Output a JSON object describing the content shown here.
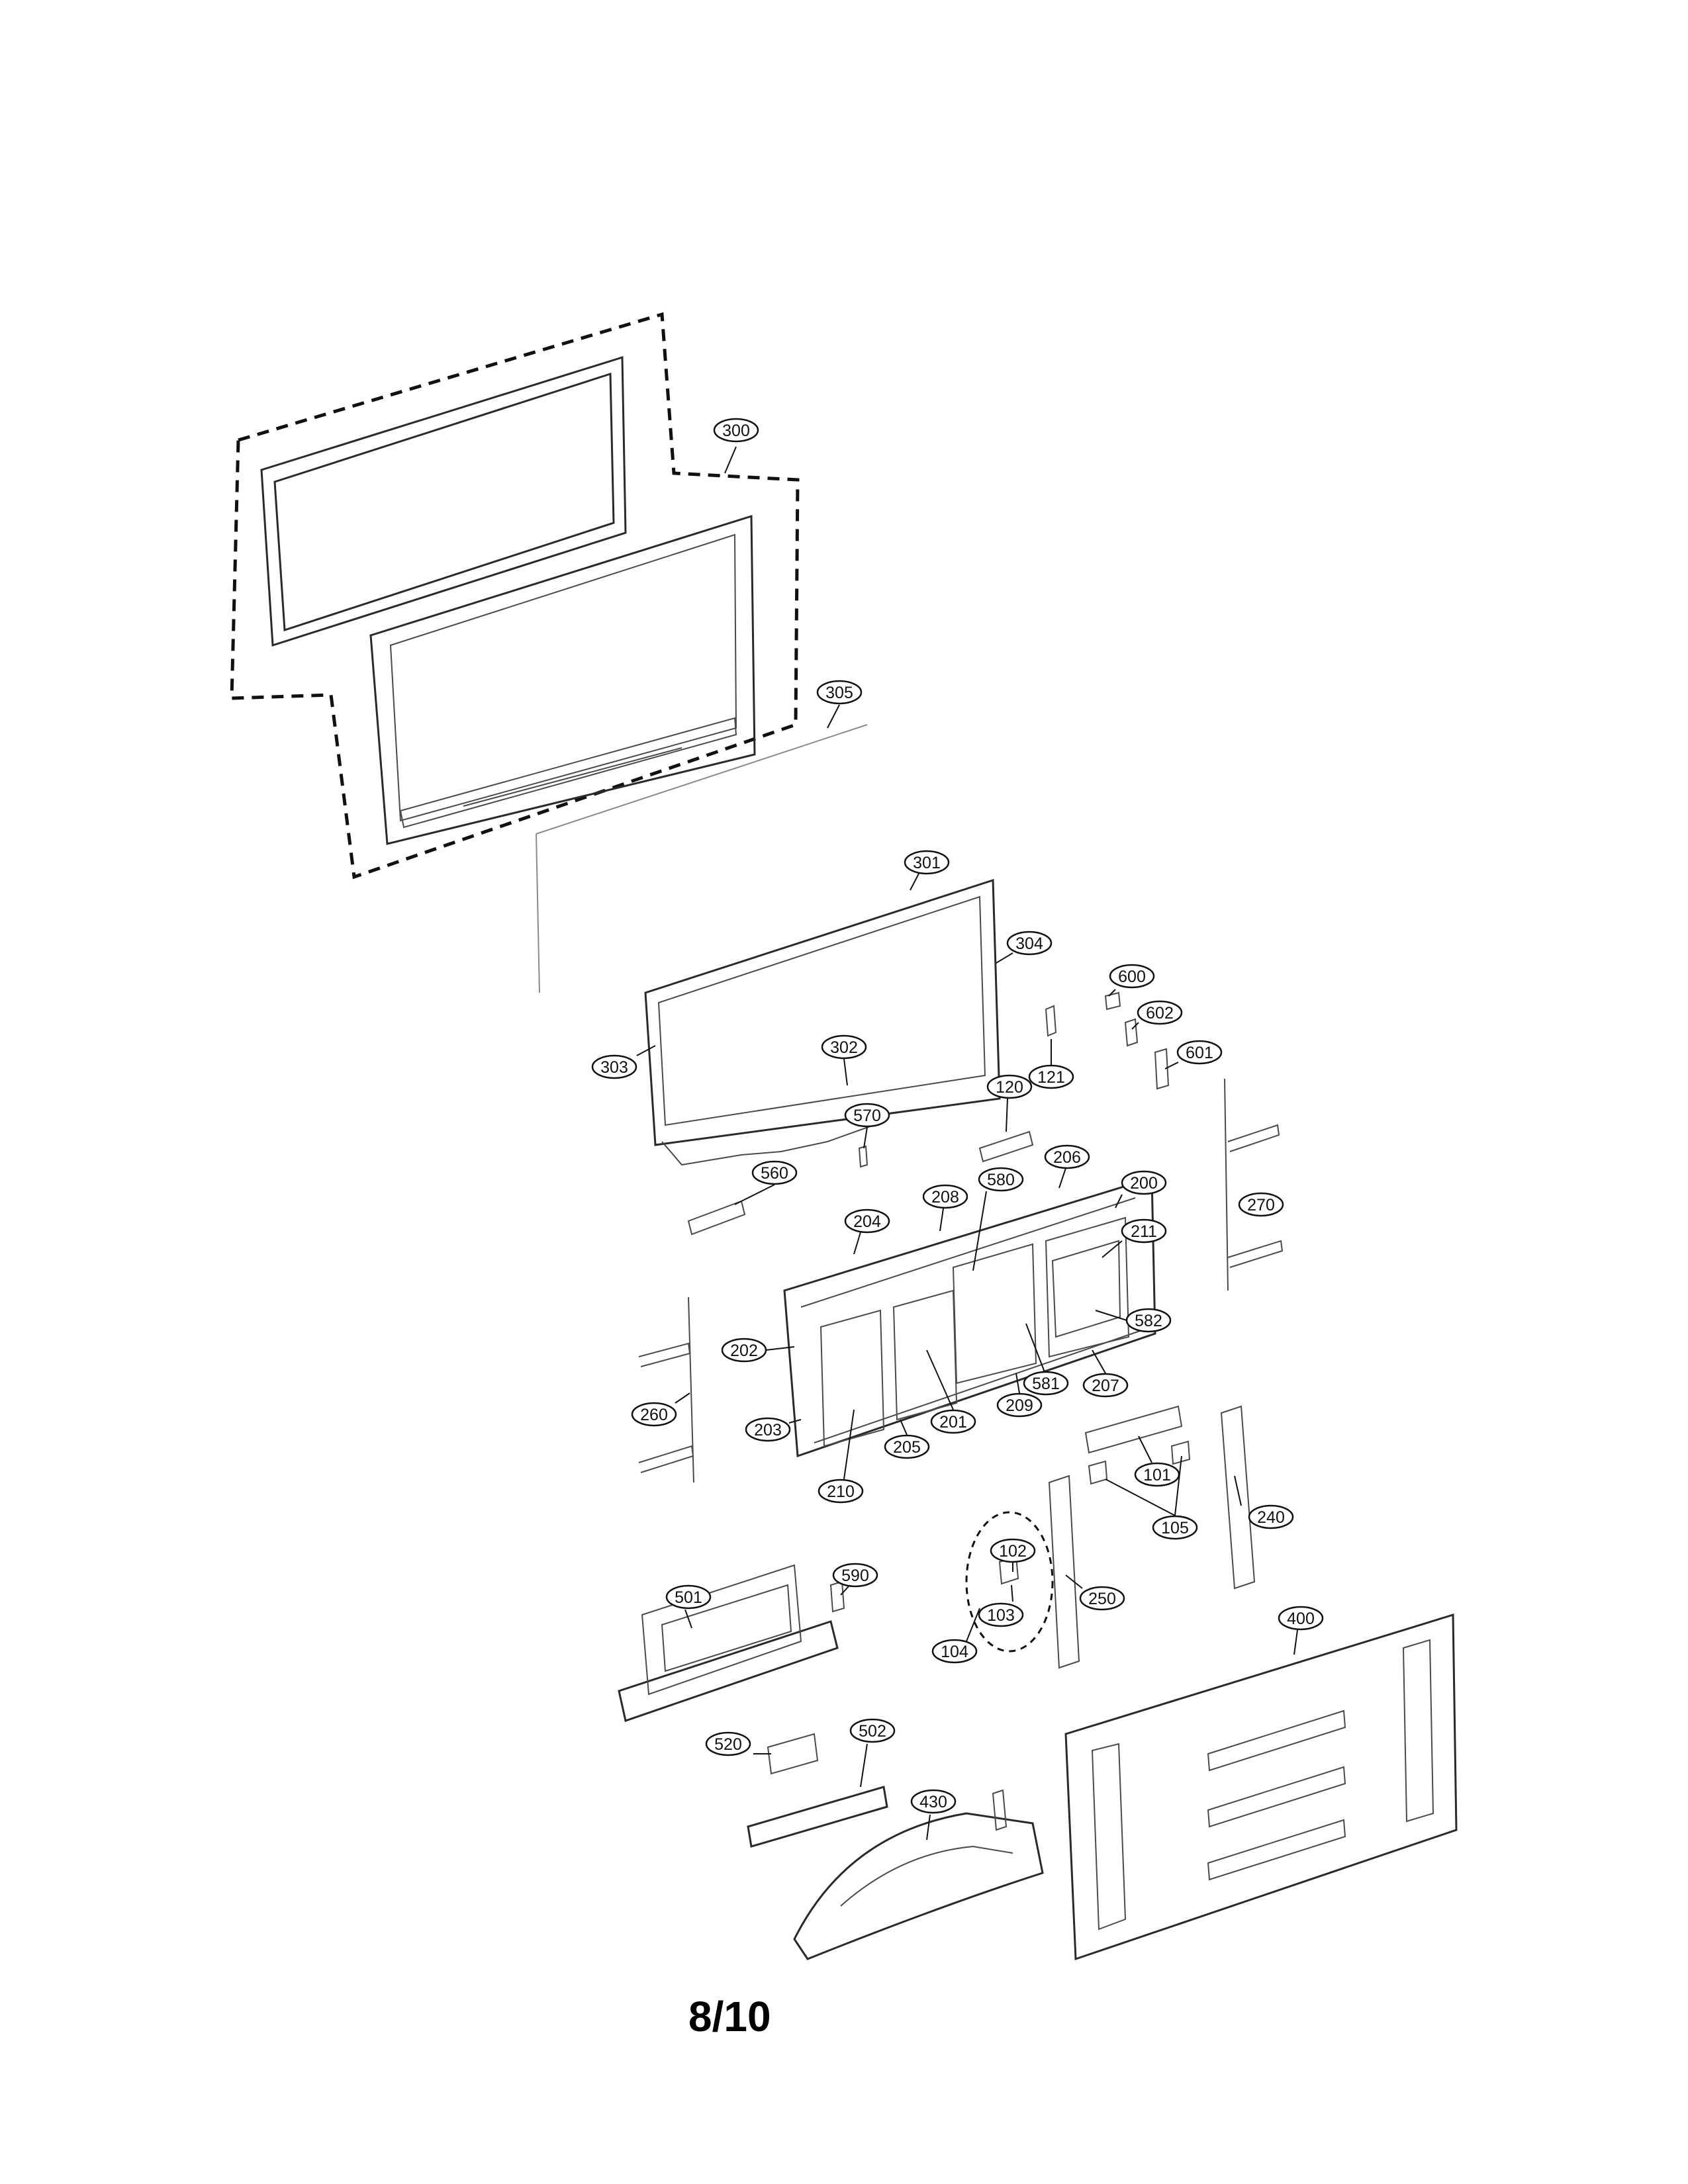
{
  "page_number": "8/10",
  "callouts": [
    "300",
    "305",
    "301",
    "304",
    "600",
    "602",
    "601",
    "121",
    "302",
    "303",
    "120",
    "570",
    "560",
    "206",
    "580",
    "208",
    "200",
    "204",
    "211",
    "202",
    "582",
    "581",
    "207",
    "209",
    "201",
    "260",
    "203",
    "205",
    "210",
    "101",
    "240",
    "105",
    "102",
    "250",
    "103",
    "104",
    "590",
    "501",
    "400",
    "502",
    "520",
    "430"
  ]
}
